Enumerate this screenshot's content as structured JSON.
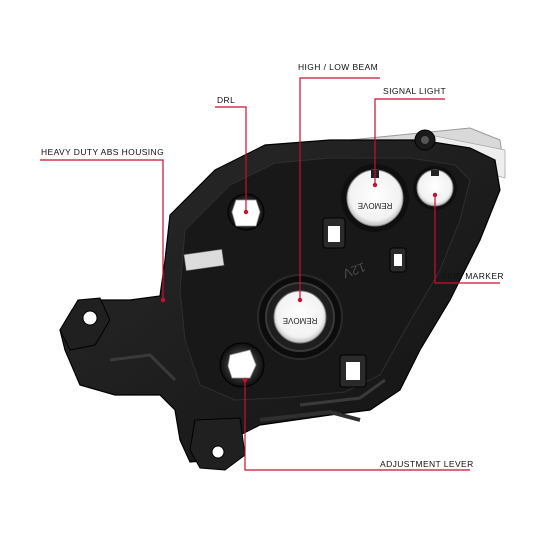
{
  "callouts": {
    "high_low_beam": "HIGH / LOW BEAM",
    "drl": "DRL",
    "signal_light": "SIGNAL LIGHT",
    "heavy_duty_housing": "HEAVY DUTY ABS HOUSING",
    "side_marker": "SIDE MARKER",
    "adjustment_lever": "ADJUSTMENT LEVER"
  },
  "part_text": {
    "bulb_cap_upper": "REMOVE",
    "bulb_cap_center": "REMOVE",
    "voltage_mark": "12V"
  },
  "colors": {
    "callout_line": "#c8102e",
    "housing": "#1c1c1c",
    "background": "#ffffff"
  }
}
